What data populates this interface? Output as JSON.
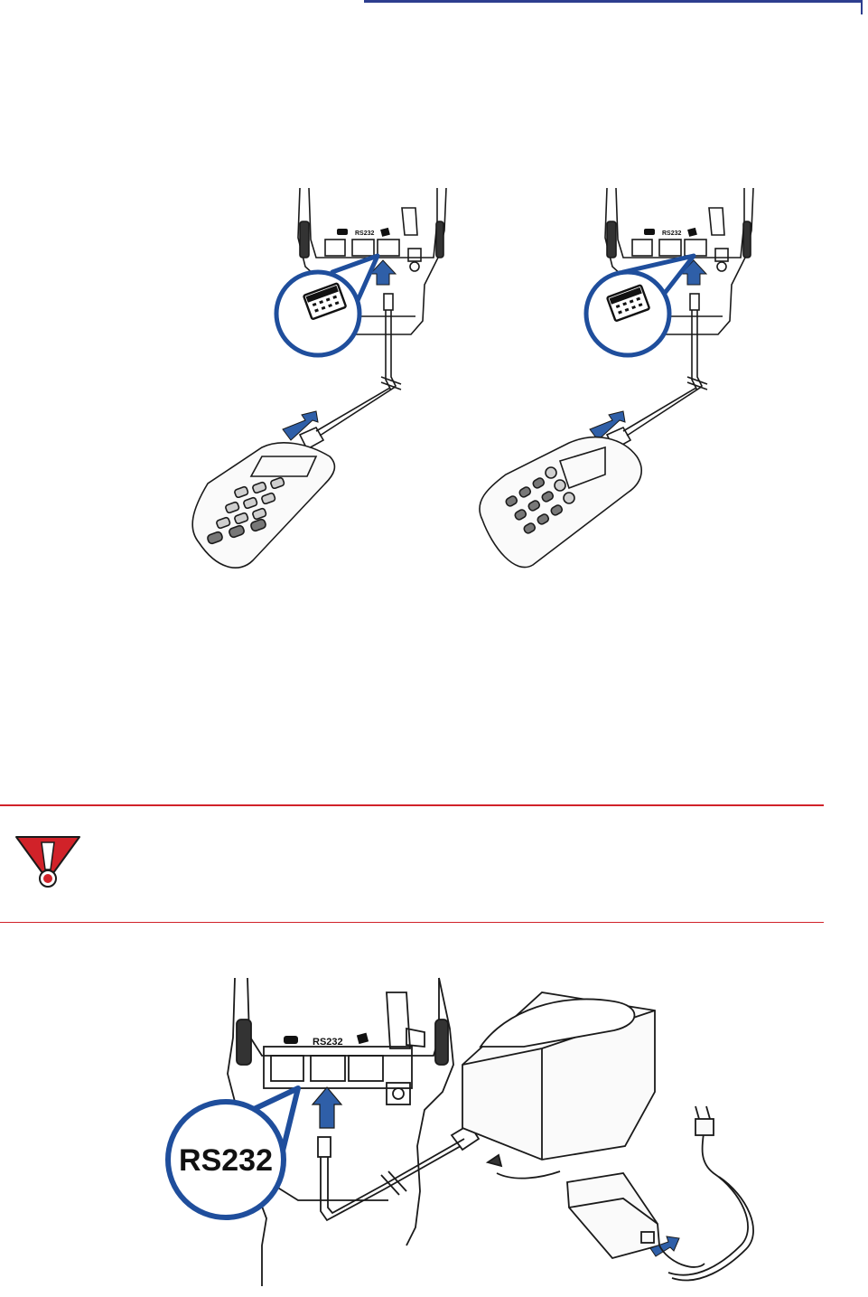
{
  "colors": {
    "header_rule": "#2d3e8f",
    "accent_blue": "#2f5fa8",
    "callout_blue": "#1f4e9c",
    "caution_red": "#d12229",
    "outline": "#1a1a1a"
  },
  "figure_1": {
    "left": {
      "port_labels": {
        "rs232": "RS232"
      },
      "icons": [
        "telephone-icon",
        "pinpad-icon"
      ]
    },
    "right": {
      "port_labels": {
        "rs232": "RS232"
      },
      "icons": [
        "telephone-icon",
        "pinpad-icon"
      ]
    }
  },
  "caution": {
    "icon": "caution-exclamation-icon"
  },
  "figure_2": {
    "port_labels": {
      "rs232": "RS232"
    },
    "callout_text": "RS232",
    "icons": [
      "telephone-icon",
      "pinpad-icon",
      "power-plug-icon"
    ]
  }
}
